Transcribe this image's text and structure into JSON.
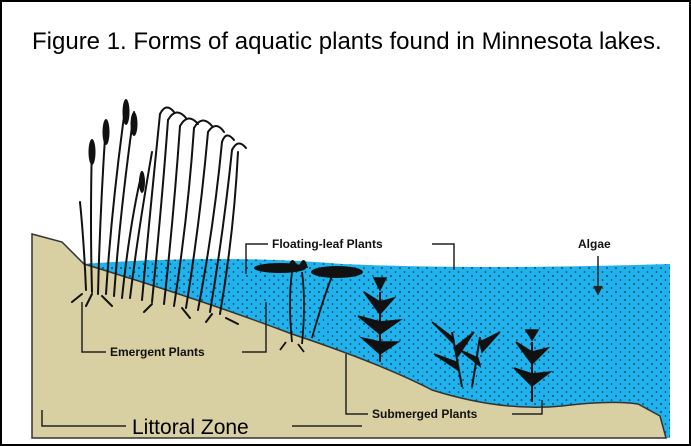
{
  "caption": "Figure 1.  Forms of aquatic plants found in Minnesota lakes.",
  "labels": {
    "floating": "Floating-leaf Plants",
    "algae": "Algae",
    "emergent": "Emergent Plants",
    "submerged": "Submerged Plants",
    "littoral": "Littoral Zone"
  },
  "colors": {
    "water": "#1fb2ec",
    "shore": "#d8cfa2",
    "plant": "#111111"
  }
}
